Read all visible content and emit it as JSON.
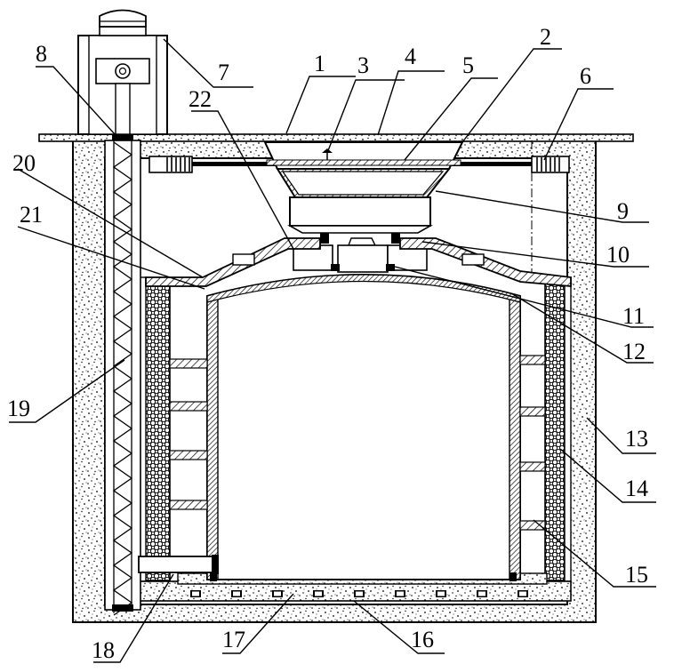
{
  "figure": {
    "callouts": [
      {
        "id": "c1",
        "label": "1"
      },
      {
        "id": "c2",
        "label": "2"
      },
      {
        "id": "c3",
        "label": "3"
      },
      {
        "id": "c4",
        "label": "4"
      },
      {
        "id": "c5",
        "label": "5"
      },
      {
        "id": "c6",
        "label": "6"
      },
      {
        "id": "c7",
        "label": "7"
      },
      {
        "id": "c8",
        "label": "8"
      },
      {
        "id": "c9",
        "label": "9"
      },
      {
        "id": "c10",
        "label": "10"
      },
      {
        "id": "c11",
        "label": "11"
      },
      {
        "id": "c12",
        "label": "12"
      },
      {
        "id": "c13",
        "label": "13"
      },
      {
        "id": "c14",
        "label": "14"
      },
      {
        "id": "c15",
        "label": "15"
      },
      {
        "id": "c16",
        "label": "16"
      },
      {
        "id": "c17",
        "label": "17"
      },
      {
        "id": "c18",
        "label": "18"
      },
      {
        "id": "c19",
        "label": "19"
      },
      {
        "id": "c20",
        "label": "20"
      },
      {
        "id": "c21",
        "label": "21"
      },
      {
        "id": "c22",
        "label": "22"
      }
    ]
  }
}
